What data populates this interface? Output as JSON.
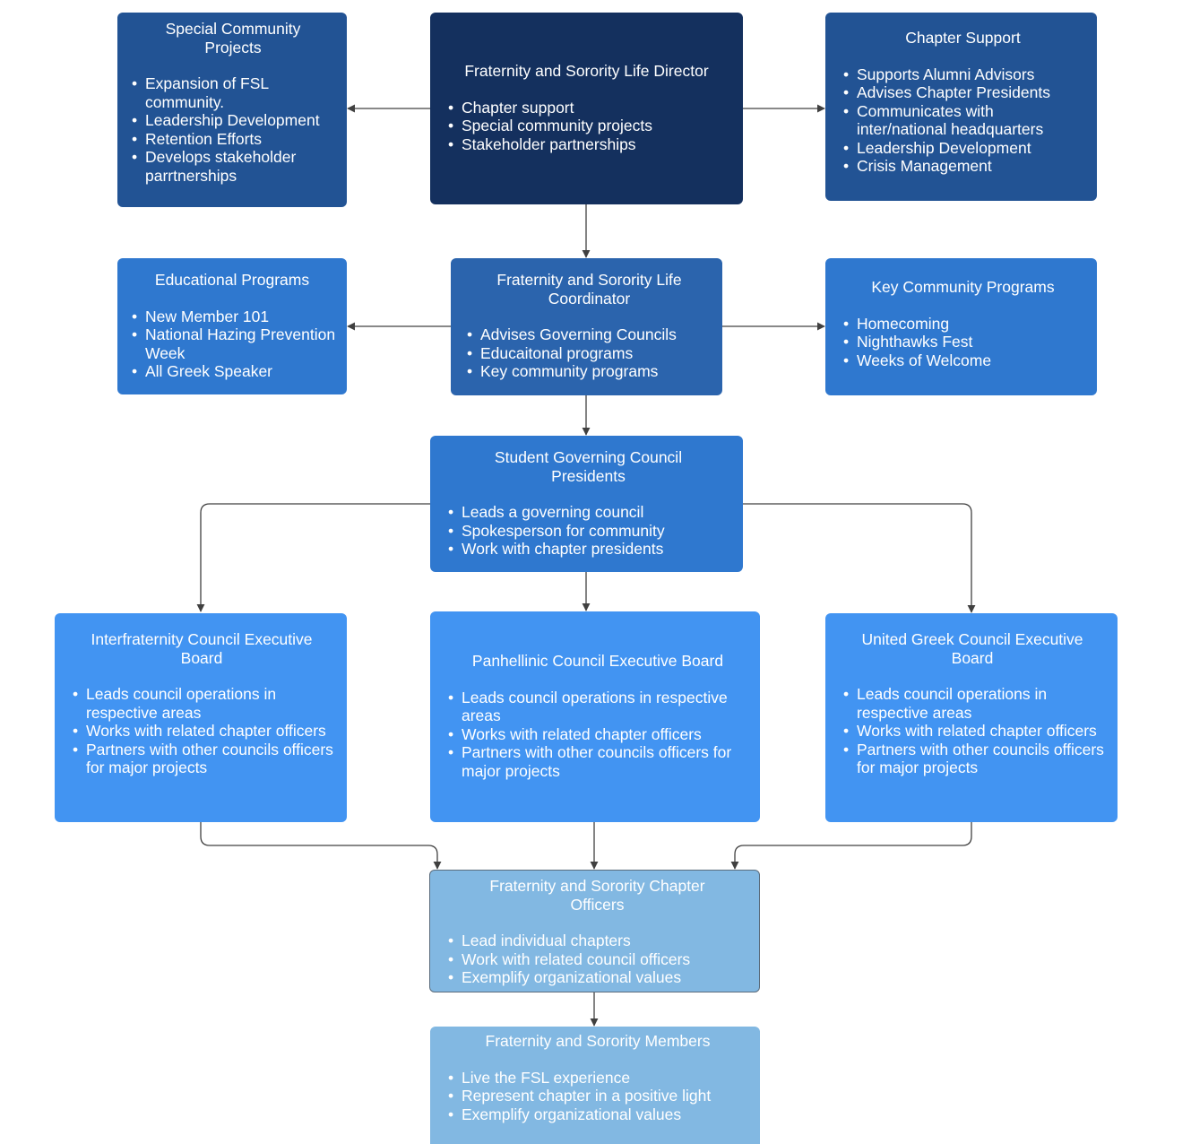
{
  "nodes": {
    "special_projects": {
      "title": "Special Community Projects",
      "items": [
        " Expansion of FSL community.",
        "Leadership Development",
        "Retention Efforts",
        "Develops stakeholder parrtnerships"
      ]
    },
    "director": {
      "title": "Fraternity and Sorority Life Director",
      "items": [
        "Chapter support",
        "Special community projects",
        "Stakeholder partnerships"
      ]
    },
    "chapter_support": {
      "title": "Chapter Support",
      "items": [
        "Supports Alumni Advisors",
        "Advises Chapter Presidents",
        "Communicates with inter/national headquarters",
        "Leadership Development",
        "Crisis Management"
      ]
    },
    "educational_programs": {
      "title": "Educational Programs",
      "items": [
        "New Member 101",
        "National Hazing Prevention Week",
        "All Greek Speaker"
      ]
    },
    "coordinator": {
      "title": "Fraternity and Sorority Life Coordinator",
      "items": [
        "Advises Governing Councils",
        "Educaitonal programs",
        "Key community programs"
      ]
    },
    "key_programs": {
      "title": "Key Community Programs",
      "items": [
        "Homecoming",
        "Nighthawks Fest",
        "Weeks of Welcome"
      ]
    },
    "council_presidents": {
      "title": "Student Governing Council Presidents",
      "items": [
        "Leads a governing council",
        "Spokesperson for community",
        "Work with chapter presidents"
      ]
    },
    "ifc_board": {
      "title": "Interfraternity Council Executive Board",
      "items": [
        "Leads council operations in respective areas",
        "Works with related chapter officers",
        "Partners with other councils officers for  major projects"
      ]
    },
    "panhellenic_board": {
      "title": "Panhellinic Council Executive Board",
      "items": [
        "Leads council operations in respective areas",
        "Works with related chapter officers",
        "Partners with other councils officers for  major projects"
      ]
    },
    "ugc_board": {
      "title": "United Greek Council Executive Board",
      "items": [
        "Leads council operations in respective areas",
        "Works with related chapter officers",
        "Partners with other councils officers for  major projects"
      ]
    },
    "chapter_officers": {
      "title": "Fraternity and Sorority Chapter Officers",
      "items": [
        "Lead individual chapters",
        "Work with related council officers",
        "Exemplify organizational values"
      ]
    },
    "members": {
      "title": "Fraternity and Sorority Members",
      "items": [
        "Live the FSL experience",
        "Represent chapter in a positive light",
        "Exemplify organizational values"
      ]
    }
  },
  "colors": {
    "director": "#14305e",
    "side_top": "#225394",
    "coordinator": "#2b64ad",
    "side_mid": "#2f78cf",
    "council_boards": "#4294f2",
    "chapter_level": "#82b8e2",
    "connector": "#404040"
  }
}
